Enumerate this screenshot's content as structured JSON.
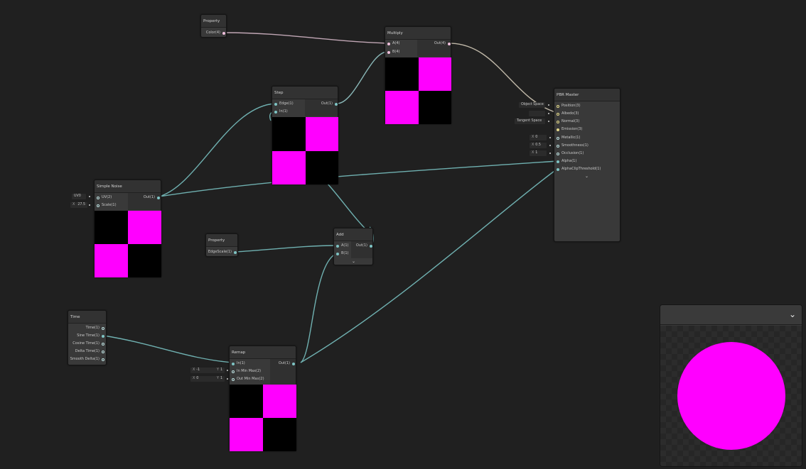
{
  "nodes": {
    "property_color": {
      "title": "Property",
      "out": "Color(4)"
    },
    "multiply": {
      "title": "Multiply",
      "in_a": "A(4)",
      "in_b": "B(4)",
      "out": "Out(4)"
    },
    "step": {
      "title": "Step",
      "in_edge": "Edge(1)",
      "in_in": "In(1)",
      "out": "Out(1)"
    },
    "simple_noise": {
      "title": "Simple Noise",
      "in_uv": "UV(2)",
      "in_scale": "Scale(1)",
      "out": "Out(1)",
      "uv_field": "UV0",
      "scale_label": "X",
      "scale_value": "27.5"
    },
    "property_edge": {
      "title": "Property",
      "out": "EdgeScale(1)"
    },
    "add": {
      "title": "Add",
      "in_a": "A(1)",
      "in_b": "B(1)",
      "out": "Out(1)"
    },
    "time": {
      "title": "Time",
      "outputs": [
        "Time(1)",
        "Sine Time(1)",
        "Cosine Time(1)",
        "Delta Time(1)",
        "Smooth Delta(1)"
      ]
    },
    "remap": {
      "title": "Remap",
      "in_in": "In(1)",
      "in_minmax": "In Min Max(2)",
      "out_minmax": "Out Min Max(2)",
      "out": "Out(1)",
      "field1": {
        "x_label": "X",
        "x_value": "-1",
        "y_label": "Y",
        "y_value": "1"
      },
      "field2": {
        "x_label": "X",
        "x_value": "0",
        "y_label": "Y",
        "y_value": "1"
      }
    },
    "pbr_master": {
      "title": "PBR Master",
      "inputs": [
        "Position(3)",
        "Albedo(3)",
        "Normal(3)",
        "Emission(3)",
        "Metallic(1)",
        "Smoothness(1)",
        "Occlusion(1)",
        "Alpha(1)",
        "AlphaClipThreshold(1)"
      ],
      "position_field": "Object Space",
      "normal_field": "Tangent Space",
      "metallic": {
        "label": "X",
        "value": "0"
      },
      "smoothness": {
        "label": "X",
        "value": "0.5"
      },
      "occlusion": {
        "label": "X",
        "value": "1"
      }
    }
  },
  "icons": {
    "collapse": "chevron-down-icon"
  },
  "colors": {
    "wire_float": "#7ec4c4",
    "wire_color": "#c8a8b8",
    "preview_magenta": "#ff00ff",
    "background": "#202020"
  },
  "preview_window": {
    "title": "",
    "shape": "sphere"
  }
}
